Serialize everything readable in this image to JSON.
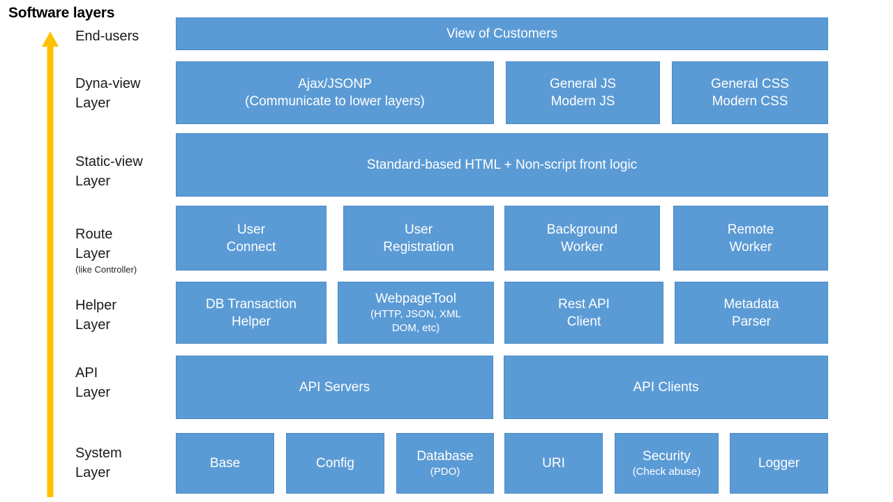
{
  "diagram": {
    "title": "Software layers",
    "accent_box_color": "#5B9BD5",
    "arrow_color": "#FFC000",
    "box_text_color": "#FFFFFF",
    "background_color": "#FFFFFF",
    "arrow_direction": "up",
    "arrow_name": "software-layer-flow-arrow"
  },
  "layers": [
    {
      "label": "End-users",
      "sublabel": "",
      "boxes": [
        {
          "line1": "View of Customers",
          "line2": "",
          "line3": ""
        }
      ]
    },
    {
      "label_line1": "Dyna-view",
      "label_line2": "Layer",
      "sublabel": "",
      "boxes": [
        {
          "line1": "Ajax/JSONP",
          "line2": "(Communicate to lower layers)",
          "line3": ""
        },
        {
          "line1": "General JS",
          "line2": "Modern JS",
          "line3": ""
        },
        {
          "line1": "General CSS",
          "line2": "Modern CSS",
          "line3": ""
        }
      ]
    },
    {
      "label_line1": "Static-view",
      "label_line2": "Layer",
      "sublabel": "",
      "boxes": [
        {
          "line1": "Standard-based  HTML + Non-script  front logic",
          "line2": "",
          "line3": ""
        }
      ]
    },
    {
      "label_line1": "Route",
      "label_line2": "Layer",
      "sublabel": "(like Controller)",
      "boxes": [
        {
          "line1": "User",
          "line2": "Connect",
          "line3": ""
        },
        {
          "line1": "User",
          "line2": "Registration",
          "line3": ""
        },
        {
          "line1": "Background",
          "line2": "Worker",
          "line3": ""
        },
        {
          "line1": "Remote",
          "line2": "Worker",
          "line3": ""
        }
      ]
    },
    {
      "label_line1": "Helper",
      "label_line2": "Layer",
      "sublabel": "",
      "boxes": [
        {
          "line1": "DB Transaction",
          "line2": "Helper",
          "line3": ""
        },
        {
          "line1": "WebpageTool",
          "line2": "(HTTP, JSON, XML",
          "line3": "DOM, etc)"
        },
        {
          "line1": "Rest API",
          "line2": "Client",
          "line3": ""
        },
        {
          "line1": "Metadata",
          "line2": "Parser",
          "line3": ""
        }
      ]
    },
    {
      "label_line1": "API",
      "label_line2": "Layer",
      "sublabel": "",
      "boxes": [
        {
          "line1": "API Servers",
          "line2": "",
          "line3": ""
        },
        {
          "line1": "API Clients",
          "line2": "",
          "line3": ""
        }
      ]
    },
    {
      "label_line1": "System",
      "label_line2": "Layer",
      "sublabel": "",
      "boxes": [
        {
          "line1": "Base",
          "line2": "",
          "line3": ""
        },
        {
          "line1": "Config",
          "line2": "",
          "line3": ""
        },
        {
          "line1": "Database",
          "line2": "(PDO)",
          "line3": ""
        },
        {
          "line1": "URI",
          "line2": "",
          "line3": ""
        },
        {
          "line1": "Security",
          "line2": "(Check abuse)",
          "line3": ""
        },
        {
          "line1": "Logger",
          "line2": "",
          "line3": ""
        }
      ]
    }
  ]
}
